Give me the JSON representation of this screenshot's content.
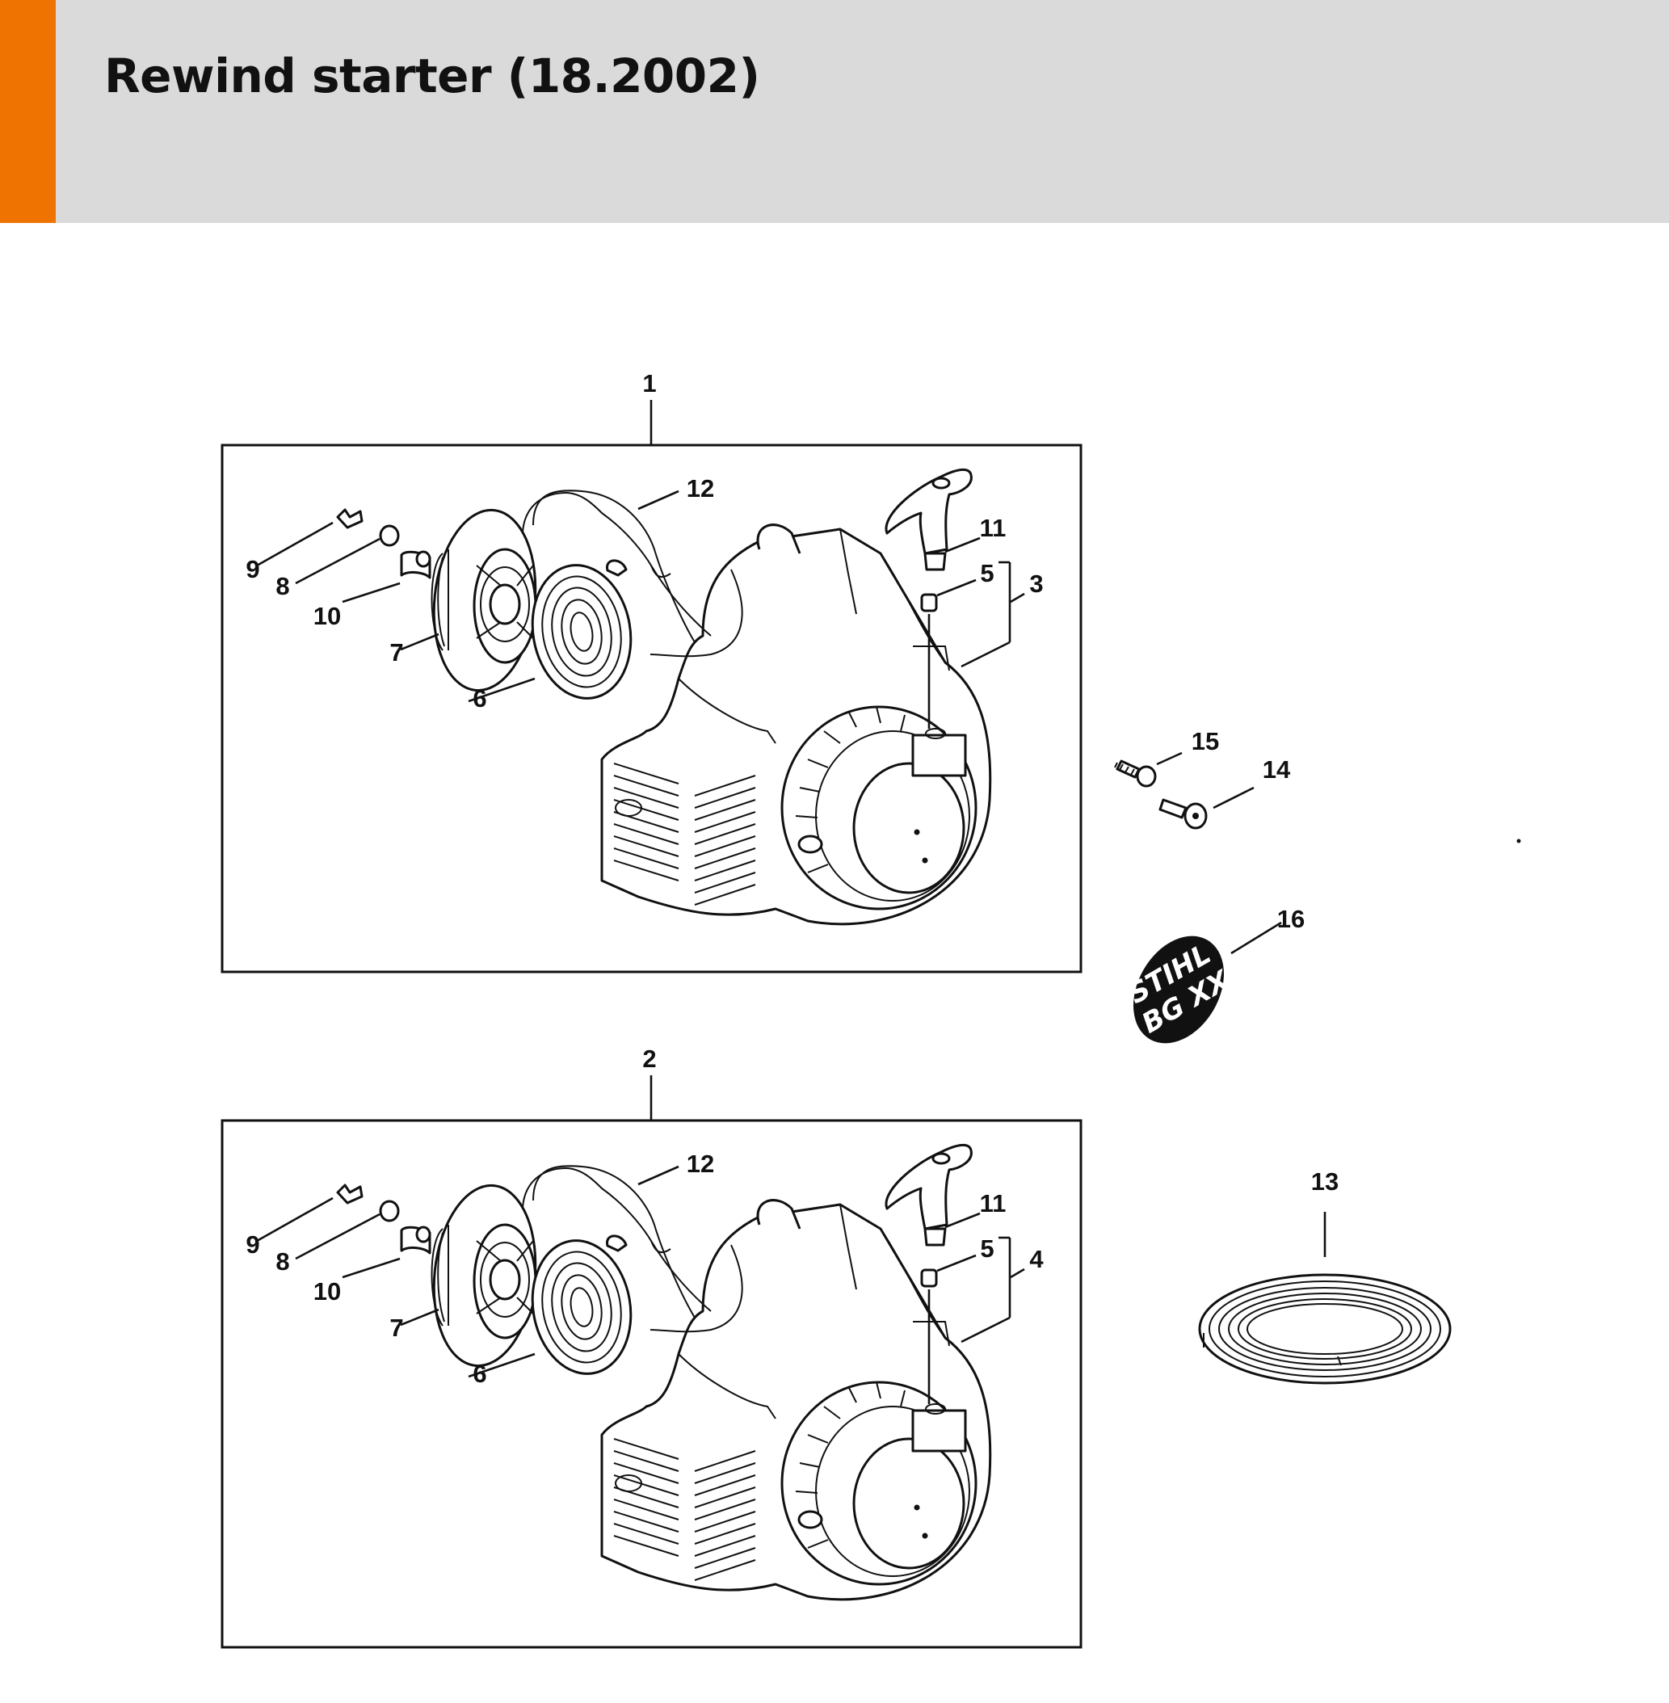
{
  "header": {
    "title": "Rewind starter (18.2002)",
    "accent_color": "#ef7300",
    "background_color": "#d9dad9"
  },
  "callouts": {
    "c1": "1",
    "c2": "2",
    "c3": "3",
    "c4": "4",
    "c5a": "5",
    "c5b": "5",
    "c6a": "6",
    "c6b": "6",
    "c7a": "7",
    "c7b": "7",
    "c8a": "8",
    "c8b": "8",
    "c9a": "9",
    "c9b": "9",
    "c10a": "10",
    "c10b": "10",
    "c11a": "11",
    "c11b": "11",
    "c12a": "12",
    "c12b": "12",
    "c13": "13",
    "c14": "14",
    "c15": "15",
    "c16": "16"
  },
  "decal": {
    "line1": "STIHL",
    "line2": "BG XX"
  },
  "icons": {
    "housing": "rewind-starter-housing-icon",
    "spring": "rewind-spring-icon",
    "pulley": "rope-rotor-icon",
    "grip": "starter-grip-icon",
    "screw": "screw-icon",
    "decal": "stihl-decal-icon"
  }
}
